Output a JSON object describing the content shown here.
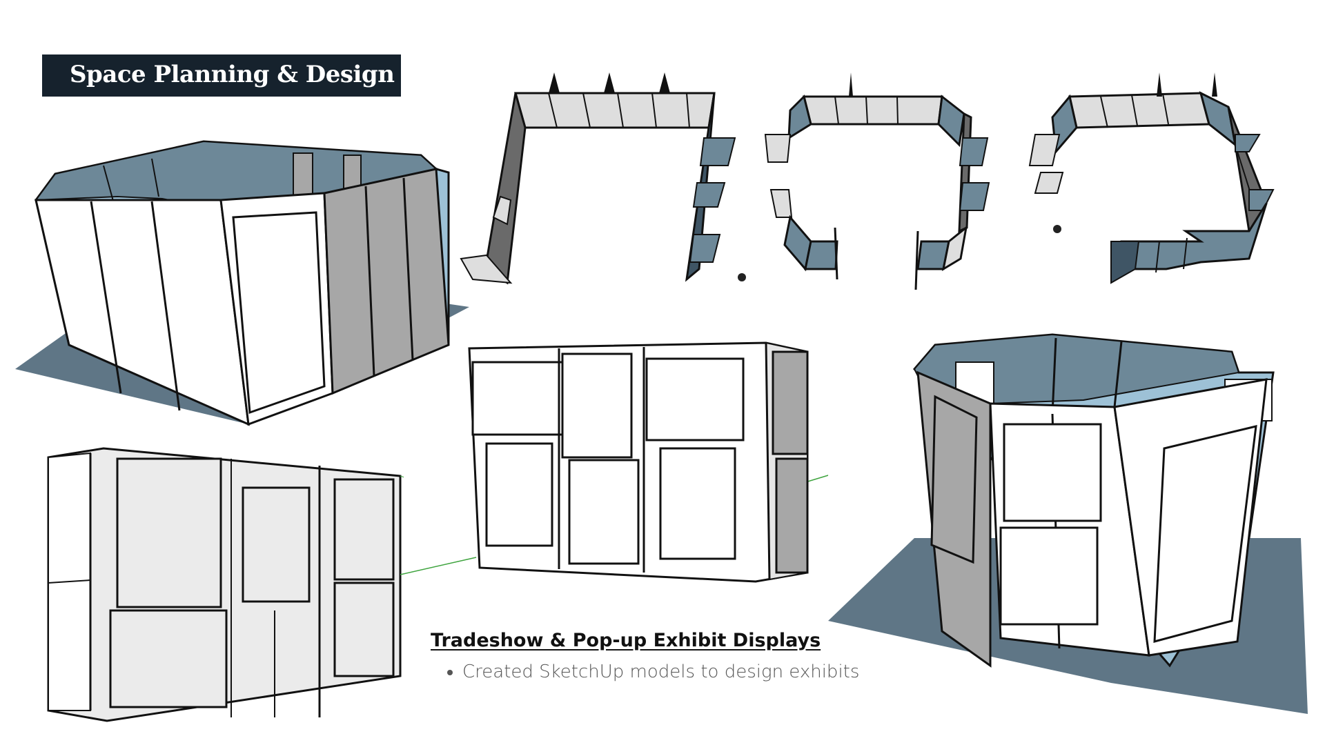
{
  "title": "Space Planning & Design",
  "caption": {
    "heading": "Tradeshow & Pop-up Exhibit Displays",
    "bullets": [
      "Created SketchUp models to design exhibits"
    ]
  },
  "colors": {
    "title_bg": "#16222d",
    "floor": "#5f7686",
    "interior": "#9dc1d6",
    "wall_white": "#ffffff",
    "wall_grey": "#a7a7a7",
    "wall_dark": "#686868",
    "panel_light": "#ebebeb",
    "outline": "#111111"
  }
}
